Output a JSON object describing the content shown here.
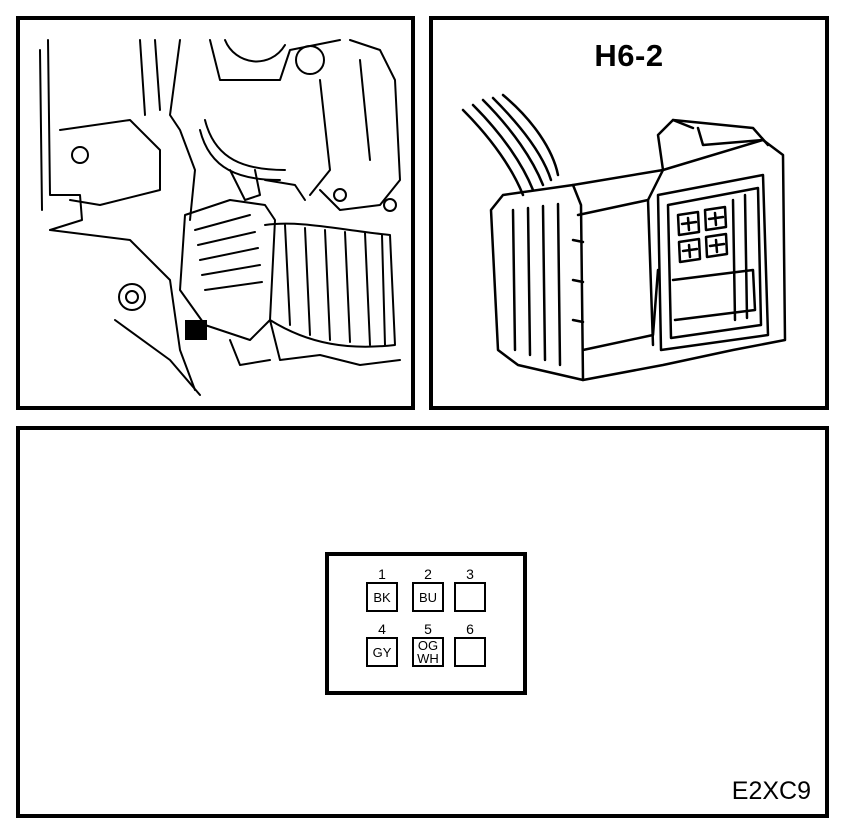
{
  "connector": {
    "title": "H6-2"
  },
  "figure_code": "E2XC9",
  "pinout": {
    "pins": [
      {
        "number": "1",
        "color": "BK"
      },
      {
        "number": "2",
        "color": "BU"
      },
      {
        "number": "3",
        "color": ""
      },
      {
        "number": "4",
        "color": "GY"
      },
      {
        "number": "5",
        "color": "OG",
        "color2": "WH"
      },
      {
        "number": "6",
        "color": ""
      }
    ]
  }
}
